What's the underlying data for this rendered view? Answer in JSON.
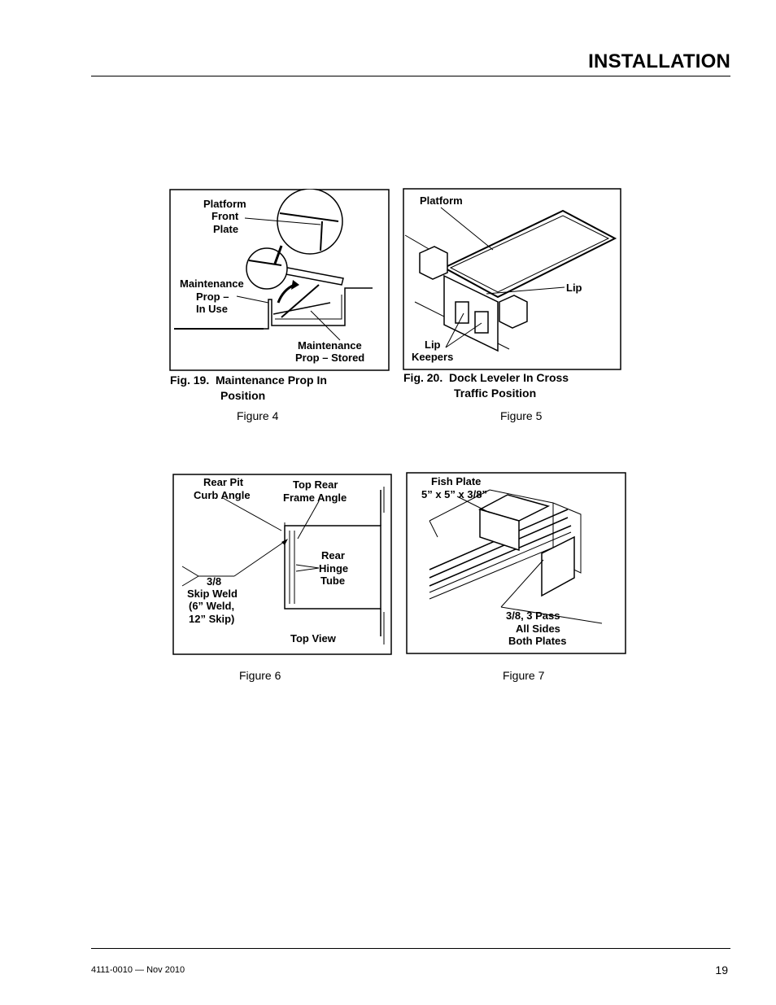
{
  "header": {
    "title": "INSTALLATION"
  },
  "footer": {
    "doc_id": "4111-0010 — Nov 2010",
    "page_number": "19"
  },
  "figures": [
    {
      "label": "Figure 4",
      "caption_num": "Fig. 19.",
      "caption_line1": "Maintenance Prop In",
      "caption_line2": "Position",
      "callouts": {
        "platform_1": "Platform",
        "platform_2": "Front",
        "platform_3": "Plate",
        "prop_in_use_1": "Maintenance",
        "prop_in_use_2": "Prop –",
        "prop_in_use_3": "In Use",
        "prop_stored_1": "Maintenance",
        "prop_stored_2": "Prop – Stored"
      }
    },
    {
      "label": "Figure 5",
      "caption_num": "Fig. 20.",
      "caption_line1": "Dock Leveler In Cross",
      "caption_line2": "Traffic Position",
      "callouts": {
        "platform": "Platform",
        "lip": "Lip",
        "lip_keepers_1": "Lip",
        "lip_keepers_2": "Keepers"
      }
    },
    {
      "label": "Figure 6",
      "callouts": {
        "rear_pit_1": "Rear Pit",
        "rear_pit_2": "Curb Angle",
        "top_rear_1": "Top Rear",
        "top_rear_2": "Frame Angle",
        "hinge_1": "Rear",
        "hinge_2": "Hinge",
        "hinge_3": "Tube",
        "weld_1": "3/8",
        "weld_2": "Skip Weld",
        "weld_3": "(6” Weld,",
        "weld_4": "12” Skip)",
        "view": "Top View"
      }
    },
    {
      "label": "Figure 7",
      "callouts": {
        "fish_1": "Fish Plate",
        "fish_2": "5” x 5” x 3/8”",
        "weld_1": "3/8, 3 Pass",
        "weld_2": "All Sides",
        "weld_3": "Both Plates"
      }
    }
  ]
}
